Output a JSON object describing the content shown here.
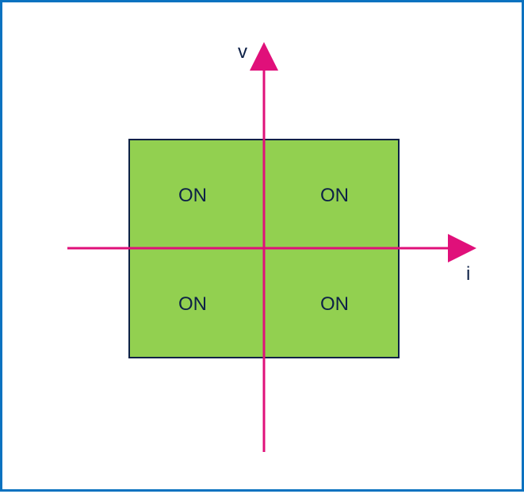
{
  "diagram": {
    "axes": {
      "vertical_label": "v",
      "horizontal_label": "i"
    },
    "quadrants": {
      "top_left": "ON",
      "top_right": "ON",
      "bottom_left": "ON",
      "bottom_right": "ON"
    },
    "colors": {
      "frame_border": "#0a72c0",
      "region_fill": "#92d050",
      "region_border": "#0d2147",
      "axis": "#e0107a",
      "text": "#0d2147"
    }
  }
}
